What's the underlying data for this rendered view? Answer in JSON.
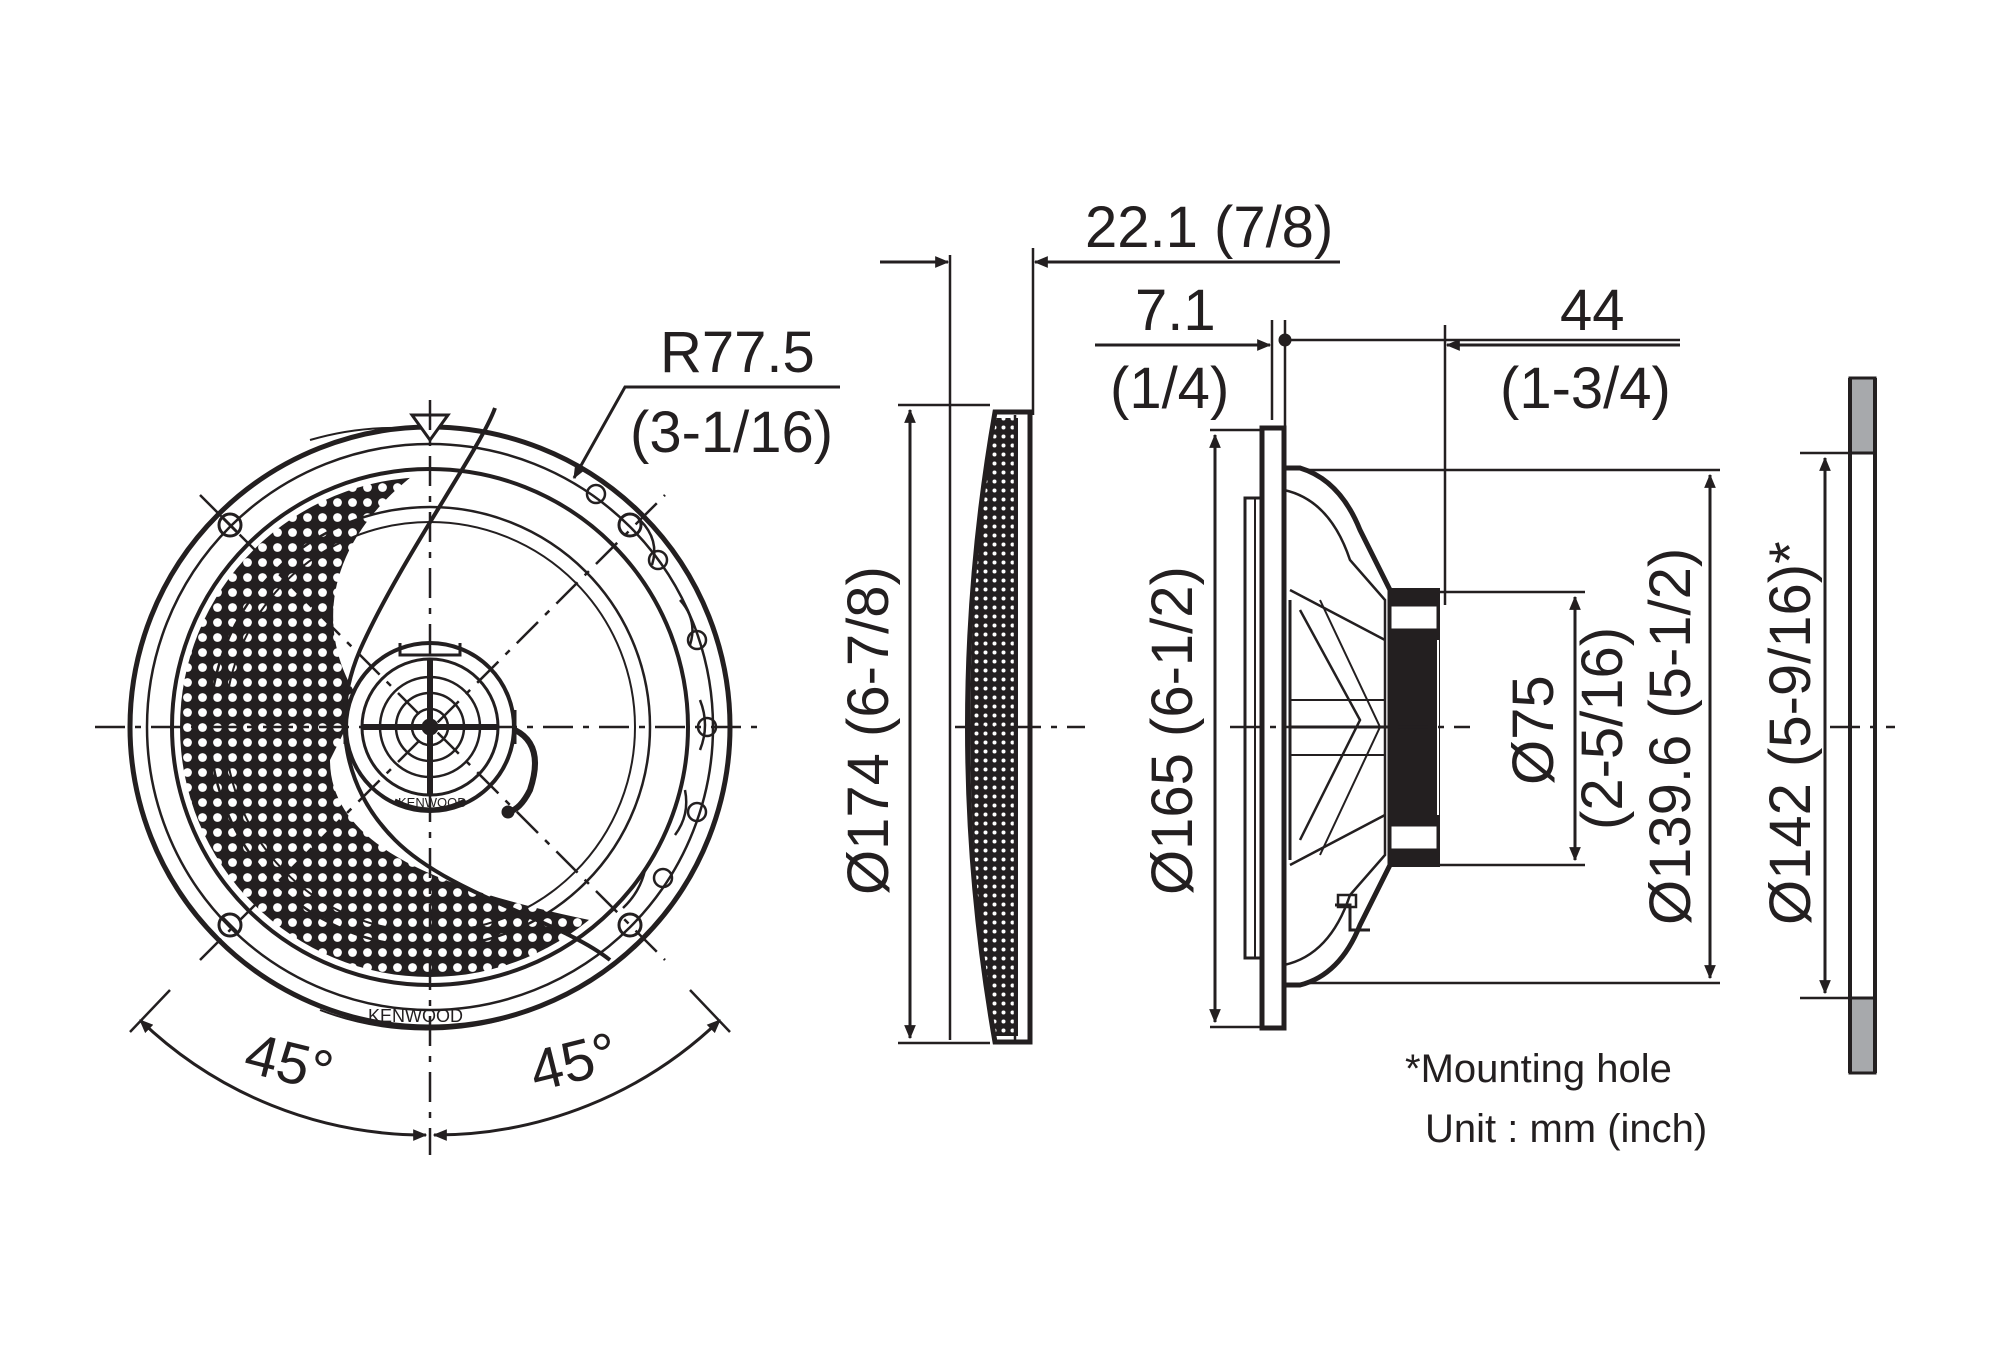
{
  "front_view": {
    "radius": "R77.5",
    "radius_inch": "(3-1/16)",
    "angle_left": "45°",
    "angle_right": "45°",
    "brand_rim": "KENWOOD",
    "brand_center": "KENWOOD"
  },
  "grille_view": {
    "depth": "22.1 (7/8)",
    "diameter": "Ø174 (6-7/8)"
  },
  "side_view": {
    "flange": "7.1",
    "flange_inch": "(1/4)",
    "mount_depth": "44",
    "mount_depth_inch": "(1-3/4)",
    "outer_diameter": "Ø165 (6-1/2)",
    "magnet_diameter": "Ø75",
    "magnet_diameter_inch": "(2-5/16)",
    "basket_diameter": "Ø139.6 (5-1/2)"
  },
  "mounting_hole": {
    "diameter": "Ø142 (5-9/16)*"
  },
  "notes": {
    "mounting": "*Mounting hole",
    "unit": "Unit : mm (inch)"
  },
  "colors": {
    "line": "#231f20",
    "panel": "#a7a9ac",
    "background": "#ffffff"
  }
}
